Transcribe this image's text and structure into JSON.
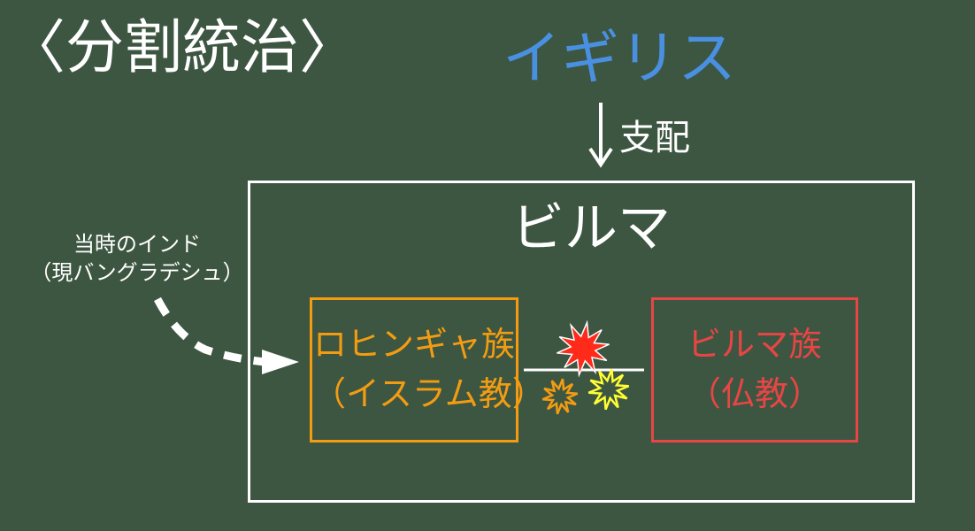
{
  "title": "〈分割統治〉",
  "ruler": "イギリス",
  "rule_label": "支配",
  "country": "ビルマ",
  "side_note": {
    "line1": "当時のインド",
    "line2": "（現バングラデシュ）"
  },
  "groups": [
    {
      "name": "ロヒンギャ族",
      "religion": "（イスラム教）",
      "color": "#f39c12"
    },
    {
      "name": "ビルマ族",
      "religion": "（仏教）",
      "color": "#e84545"
    }
  ],
  "colors": {
    "background": "#3d5641",
    "ruler": "#4a90e2",
    "conflict_red": "#ff2a1a",
    "conflict_orange": "#f39c12",
    "conflict_yellow": "#ffff33"
  },
  "icons": [
    "arrow-down-icon",
    "dashed-arrow-icon",
    "explosion-icon"
  ]
}
